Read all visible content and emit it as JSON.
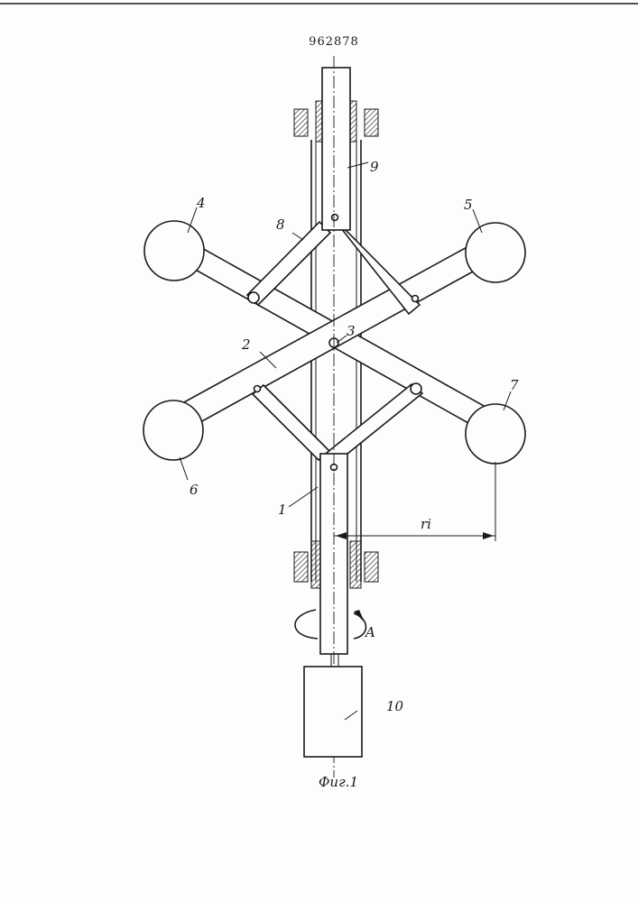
{
  "patent_number": "962878",
  "figure_caption": "Фиг.1",
  "labels": {
    "l1": "1",
    "l2": "2",
    "l3": "3",
    "l4": "4",
    "l5": "5",
    "l6": "6",
    "l7": "7",
    "l8": "8",
    "l9": "9",
    "l10": "10",
    "radius": "ri",
    "rotation": "A"
  }
}
